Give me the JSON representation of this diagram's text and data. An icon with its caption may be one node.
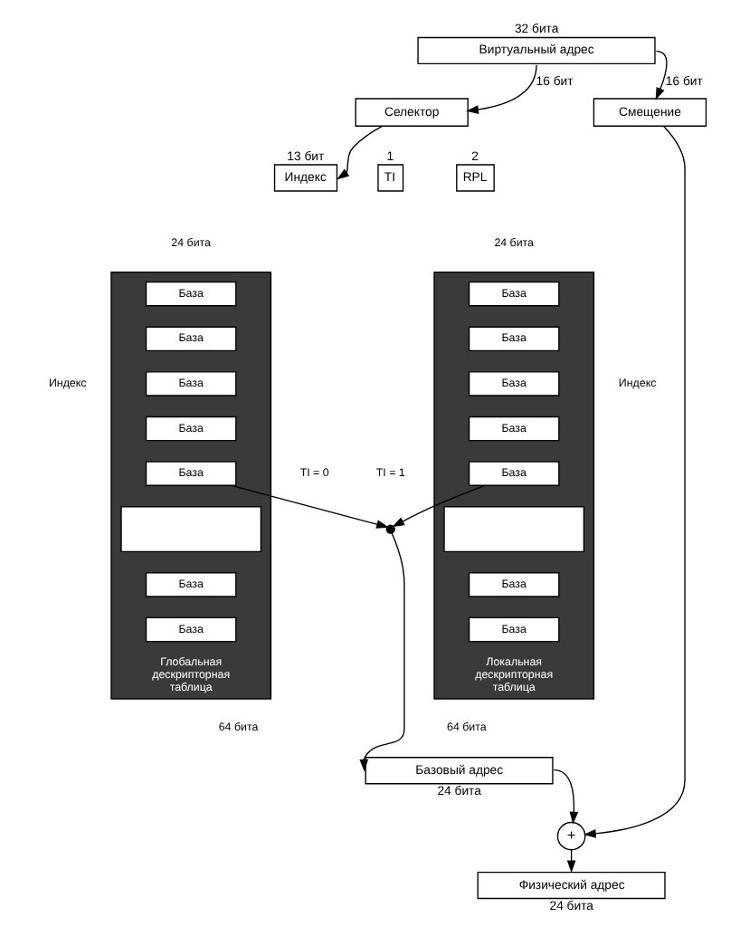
{
  "diagram": {
    "nodes": [
      {
        "text": [
          "Виртуальный адрес"
        ],
        "beside": [
          "32 бита"
        ]
      },
      {
        "text": [
          "Селектор"
        ]
      },
      {
        "text": [
          "Смещение"
        ]
      },
      {
        "text": [
          "Индекс"
        ],
        "beside": [
          "13 бит"
        ]
      },
      {
        "text": [
          "TI"
        ],
        "beside": [
          "1"
        ]
      },
      {
        "text": [
          "RPL"
        ],
        "beside": [
          "2"
        ]
      },
      {
        "text": [
          "Глобальная дескрипторная таблица"
        ]
      },
      {
        "text": [
          "База"
        ],
        "in": 6
      },
      {
        "text": [
          "База"
        ],
        "in": 6
      },
      {
        "text": [
          "База"
        ],
        "in": 6
      },
      {
        "text": [
          "База"
        ],
        "in": 6
      },
      {
        "text": [
          "База"
        ],
        "in": 6
      },
      {
        "text": [],
        "shape": "box",
        "in": 6
      },
      {
        "text": [
          "База"
        ],
        "in": 6
      },
      {
        "text": [
          "База"
        ],
        "in": 6
      },
      {
        "text": [
          "Локальная дескрипторная таблица"
        ]
      },
      {
        "text": [
          "База"
        ],
        "in": 15
      },
      {
        "text": [
          "База"
        ],
        "in": 15
      },
      {
        "text": [
          "База"
        ],
        "in": 15
      },
      {
        "text": [
          "База"
        ],
        "in": 15
      },
      {
        "text": [
          "База"
        ],
        "in": 15
      },
      {
        "text": [],
        "shape": "box",
        "in": 15
      },
      {
        "text": [
          "База"
        ],
        "in": 15
      },
      {
        "text": [
          "База"
        ],
        "in": 15
      },
      {
        "text": [],
        "shape": "circle"
      },
      {
        "text": [
          "Базовый адрес"
        ],
        "beside": [
          "24 бита"
        ]
      },
      {
        "text": [
          "+"
        ]
      },
      {
        "text": [
          "Физический адрес"
        ],
        "beside": [
          "24 бита"
        ]
      }
    ],
    "edges": [
      {
        "from": 0,
        "to": 1,
        "arrow": "to",
        "label": "16 бит"
      },
      {
        "from": 0,
        "to": 2,
        "arrow": "to",
        "label": "16 бит"
      },
      {
        "from": 1,
        "to": 3,
        "arrow": "to"
      },
      {
        "from": 11,
        "to": 24,
        "arrow": "to"
      },
      {
        "from": 20,
        "to": 24,
        "arrow": "to"
      },
      {
        "from": 24,
        "to": 25,
        "arrow": "to"
      },
      {
        "from": 25,
        "to": 26,
        "arrow": "to"
      },
      {
        "from": 2,
        "to": 26,
        "arrow": "to"
      },
      {
        "from": 26,
        "to": 27,
        "arrow": "to"
      }
    ],
    "labels": [
      "24 бита",
      "24 бита",
      "Индекс",
      "TI = 0",
      "TI = 1",
      "Индекс",
      "64 бита",
      "64 бита"
    ]
  }
}
